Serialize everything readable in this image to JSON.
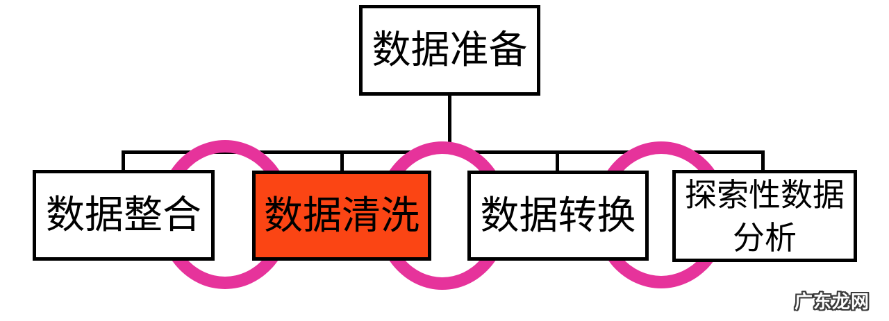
{
  "diagram": {
    "root": {
      "label": "数据准备"
    },
    "children": [
      {
        "label": "数据整合",
        "highlighted": false
      },
      {
        "label": "数据清洗",
        "highlighted": true
      },
      {
        "label": "数据转换",
        "highlighted": false
      },
      {
        "label": "探索性数据分析",
        "lines": [
          "探索性数据",
          "分析"
        ],
        "highlighted": false
      }
    ],
    "colors": {
      "highlight_fill": "#FB4514",
      "ellipse_stroke": "#E6339B",
      "line": "#000000",
      "box_fill": "#FFFFFF",
      "text": "#000000"
    }
  },
  "watermark": {
    "text": "广东龙网"
  }
}
